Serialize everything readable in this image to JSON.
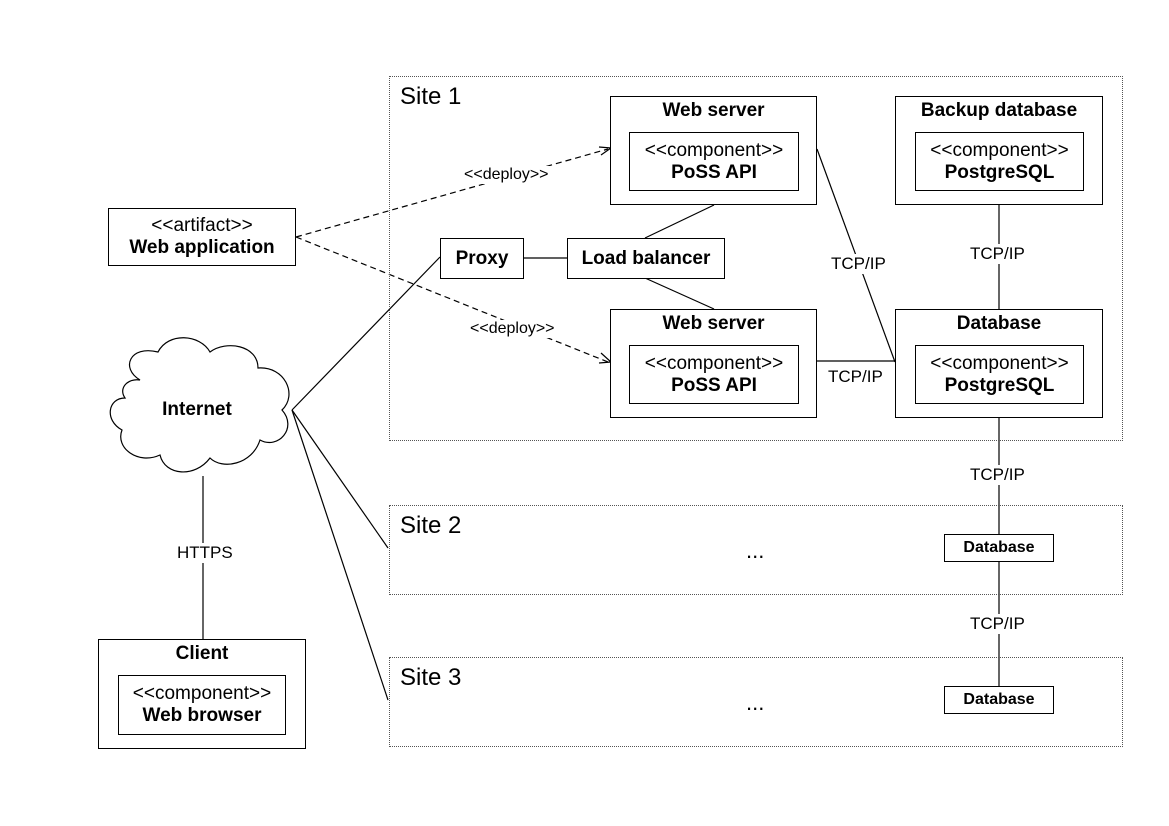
{
  "sites": {
    "site1": "Site 1",
    "site2": "Site 2",
    "site3": "Site 3",
    "ellipsis": "..."
  },
  "artifact": {
    "stereotype": "<<artifact>>",
    "name": "Web application"
  },
  "internet": "Internet",
  "client": {
    "title": "Client",
    "stereotype": "<<component>>",
    "name": "Web browser"
  },
  "proxy": "Proxy",
  "load_balancer": "Load balancer",
  "web_server_1": {
    "title": "Web server",
    "stereotype": "<<component>>",
    "name": "PoSS API"
  },
  "web_server_2": {
    "title": "Web server",
    "stereotype": "<<component>>",
    "name": "PoSS API"
  },
  "backup_database": {
    "title": "Backup database",
    "stereotype": "<<component>>",
    "name": "PostgreSQL"
  },
  "database": {
    "title": "Database",
    "stereotype": "<<component>>",
    "name": "PostgreSQL"
  },
  "site2_database": "Database",
  "site3_database": "Database",
  "edges": {
    "deploy_top": "<<deploy>>",
    "deploy_bottom": "<<deploy>>",
    "https": "HTTPS",
    "tcp_ws1_db": "TCP/IP",
    "tcp_backup_db": "TCP/IP",
    "tcp_ws2_db": "TCP/IP",
    "tcp_db_site2": "TCP/IP",
    "tcp_site2_site3": "TCP/IP"
  }
}
